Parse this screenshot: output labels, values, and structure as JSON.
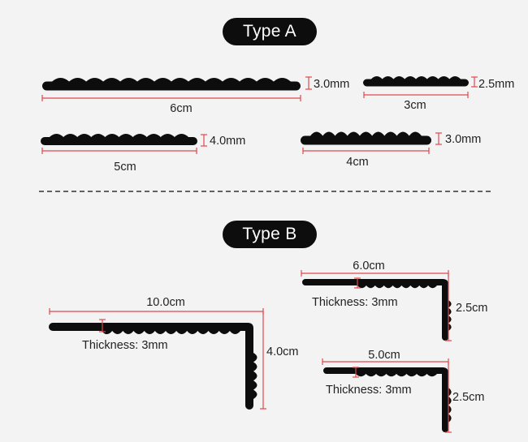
{
  "colors": {
    "profile": "#0d0d0d",
    "dimension": "#e0474c",
    "background": "#f3f3f3",
    "text": "#222222"
  },
  "sections": {
    "type_a": {
      "title": "Type A"
    },
    "type_b": {
      "title": "Type B"
    }
  },
  "type_a_strips": [
    {
      "width_label": "6cm",
      "thickness_label": "3.0mm"
    },
    {
      "width_label": "3cm",
      "thickness_label": "2.5mm"
    },
    {
      "width_label": "5cm",
      "thickness_label": "4.0mm"
    },
    {
      "width_label": "4cm",
      "thickness_label": "3.0mm"
    }
  ],
  "type_b_angles": [
    {
      "width_label": "10.0cm",
      "height_label": "4.0cm",
      "thickness_label": "Thickness: 3mm"
    },
    {
      "width_label": "6.0cm",
      "height_label": "2.5cm",
      "thickness_label": "Thickness: 3mm"
    },
    {
      "width_label": "5.0cm",
      "height_label": "2.5cm",
      "thickness_label": "Thickness: 3mm"
    }
  ]
}
